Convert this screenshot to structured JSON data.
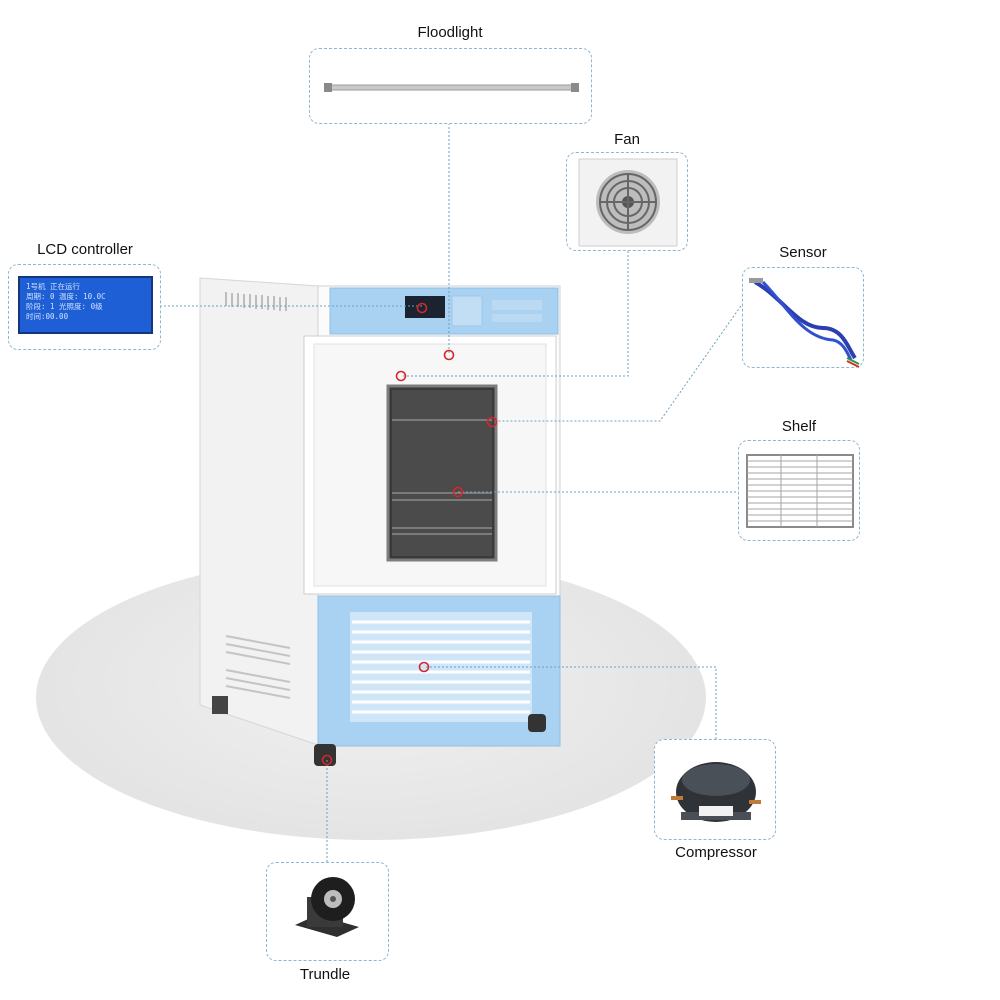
{
  "labels": {
    "floodlight": "Floodlight",
    "fan": "Fan",
    "lcd_controller": "LCD controller",
    "sensor": "Sensor",
    "shelf": "Shelf",
    "compressor": "Compressor",
    "trundle": "Trundle"
  },
  "lcd_screen": {
    "lines": [
      "1号机   正在运行",
      "周期: 0     温度: 10.0C",
      "阶段: 1     光照度: 0级",
      "时间:00.00"
    ]
  },
  "colors": {
    "accent_blue": "#a9d2f2",
    "callout_border": "#8fb6cf",
    "marker_red": "#d6262a"
  }
}
